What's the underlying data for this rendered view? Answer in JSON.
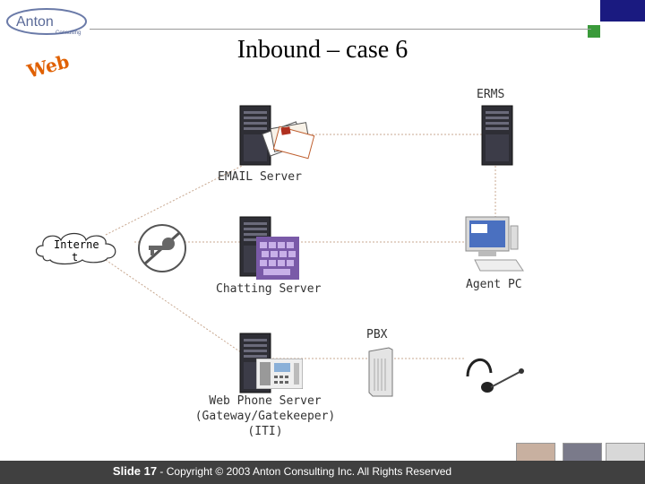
{
  "header": {
    "logo_text": "Anton",
    "logo_sub": "Consulting",
    "title": "Inbound – case 6",
    "web_tag": "Web",
    "accent_navy": "#1a1a80",
    "accent_green": "#3a9a3a"
  },
  "diagram": {
    "nodes": {
      "email_server": "EMAIL Server",
      "chatting_server": "Chatting Server",
      "web_phone_server_line1": "Web Phone Server",
      "web_phone_server_line2": "(Gateway/Gatekeeper)",
      "web_phone_server_line3": "(ITI)",
      "erms": "ERMS",
      "agent_pc": "Agent PC",
      "pbx": "PBX",
      "internet_line1": "Interne",
      "internet_line2": "t"
    }
  },
  "footer": {
    "slide_label": "Slide 17",
    "copyright": " - Copyright © 2003 Anton Consulting Inc.  All Rights Reserved"
  }
}
